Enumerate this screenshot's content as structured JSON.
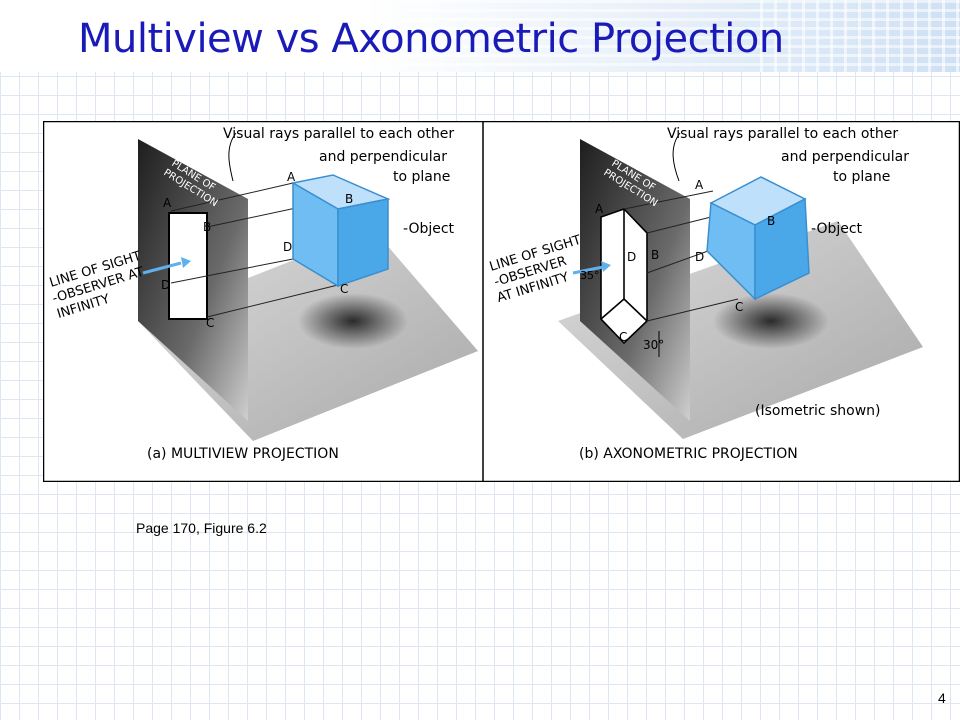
{
  "slide": {
    "title": "Multiview vs Axonometric Projection",
    "caption": "Page 170, Figure 6.2",
    "page_number": "4"
  },
  "panel_a": {
    "rays_note_line1": "Visual rays parallel to each other",
    "rays_note_line2": "and perpendicular",
    "rays_note_line3": "to plane",
    "plane_label_line1": "PLANE OF",
    "plane_label_line2": "PROJECTION",
    "object_label": "-Object",
    "sight_line1": "LINE OF SIGHT",
    "sight_line2": "-OBSERVER AT",
    "sight_line3": "INFINITY",
    "label_text": "(a) MULTIVIEW PROJECTION",
    "points": {
      "a": "A",
      "b": "B",
      "c": "C",
      "d": "D"
    }
  },
  "panel_b": {
    "rays_note_line1": "Visual rays parallel to each other",
    "rays_note_line2": "and perpendicular",
    "rays_note_line3": "to plane",
    "plane_label_line1": "PLANE OF",
    "plane_label_line2": "PROJECTION",
    "object_label": "-Object",
    "sight_line1": "LINE OF SIGHT",
    "sight_line2": "-OBSERVER",
    "sight_line3": "AT INFINITY",
    "angle_1": "35°",
    "angle_2": "30°",
    "note": "(Isometric shown)",
    "label_text": "(b) AXONOMETRIC PROJECTION",
    "points": {
      "a": "A",
      "b": "B",
      "c": "C",
      "d": "D"
    }
  },
  "colors": {
    "title": "#1a1ab8",
    "cube_fill": "#5fb0ec",
    "cube_light": "#bfe0fa",
    "plane_dark": "#2b2b2b"
  }
}
